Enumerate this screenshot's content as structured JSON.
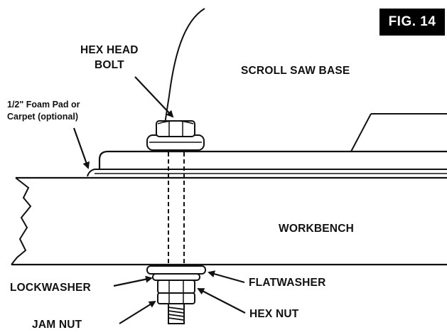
{
  "figure_label": "FIG. 14",
  "labels": {
    "hex_head_bolt_line1": "HEX HEAD",
    "hex_head_bolt_line2": "BOLT",
    "scroll_saw_base": "SCROLL SAW BASE",
    "foam_pad_line1": "1/2\" Foam Pad or",
    "foam_pad_line2": "Carpet (optional)",
    "workbench": "WORKBENCH",
    "lockwasher": "LOCKWASHER",
    "flatwasher": "FLATWASHER",
    "jam_nut": "JAM NUT",
    "hex_nut": "HEX NUT"
  }
}
